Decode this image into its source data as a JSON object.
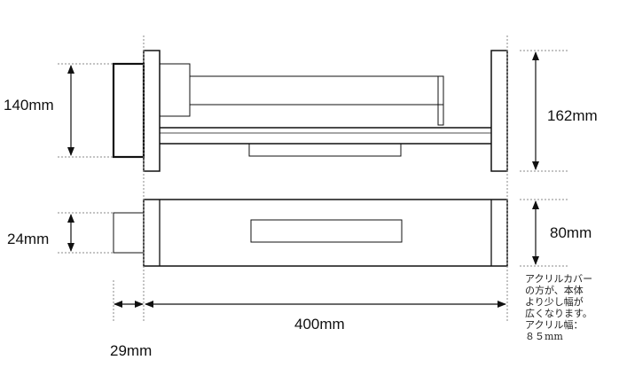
{
  "dimensions": {
    "side_height": "140mm",
    "overall_height": "162mm",
    "front_height": "24mm",
    "body_height": "80mm",
    "length": "400mm",
    "cap_length": "29mm"
  },
  "note": {
    "lines": [
      "アクリルカバー",
      "の方が、本体",
      "より少し幅が",
      "広くなります。",
      "アクリル幅：",
      "８５mm"
    ]
  },
  "colors": {
    "line": "#111111",
    "guide": "#888888",
    "background": "#ffffff"
  }
}
